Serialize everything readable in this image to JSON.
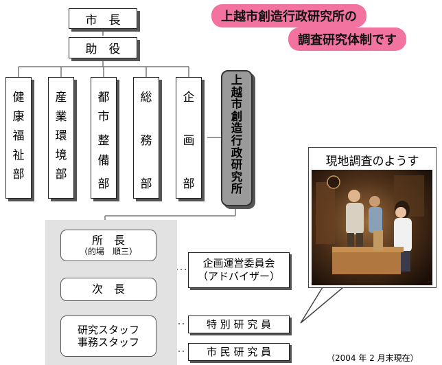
{
  "tagline": {
    "line1": "上越市創造行政研究所の",
    "line2": "調査研究体制です"
  },
  "top": {
    "mayor": "市　長",
    "deputy": "助　役"
  },
  "departments": [
    {
      "label": "健康福祉部"
    },
    {
      "label": "産業環境部"
    },
    {
      "label": "都市整備部"
    },
    {
      "label": "総務部"
    },
    {
      "label": "企画部"
    }
  ],
  "institute": {
    "label": "上越市創造行政研究所"
  },
  "org": {
    "director": "所　長",
    "director_name": "（的場　順三）",
    "vice_director": "次　長",
    "staff_line1": "研究スタッフ",
    "staff_line2": "事務スタッフ"
  },
  "partners": {
    "committee_line1": "企画運営委員会",
    "committee_line2": "（アドバイザー）",
    "special_researchers": "特 別 研 究 員",
    "citizen_researchers": "市 民 研 究 員"
  },
  "photo": {
    "caption": "現地調査のようす"
  },
  "footnote": "（2004 年 2 月末現在）",
  "colors": {
    "accent_pink": "#f2739f",
    "shade_gray": "#e2e2e2",
    "institute_gray": "#9a9a9a"
  }
}
